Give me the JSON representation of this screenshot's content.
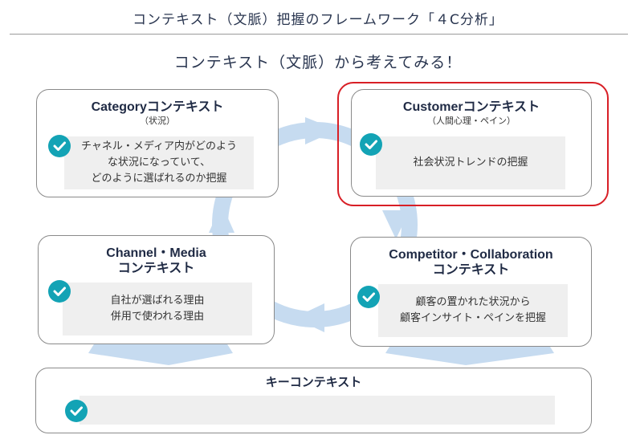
{
  "header": {
    "title": "コンテキスト（文脈）把握のフレームワーク「４C分析」",
    "subtitle": "コンテキスト（文脈）から考えてみる！"
  },
  "colors": {
    "accent": "#13a3b5",
    "arrow": "#c6dbf0",
    "highlight": "#d81f26",
    "textbox_bg": "#efefef"
  },
  "icons": {
    "check": "check-circle-icon"
  },
  "cards": {
    "category": {
      "title": "Categoryコンテキスト",
      "subtitle": "（状況）",
      "lines": [
        "チャネル・メディア内がどのよう",
        "な状況になっていて、",
        "どのように選ばれるのか把握"
      ]
    },
    "customer": {
      "title": "Customerコンテキスト",
      "subtitle": "（人間心理・ペイン）",
      "lines": [
        "社会状況トレンドの把握"
      ]
    },
    "channel": {
      "title_lines": [
        "Channel・Media",
        "コンテキスト"
      ],
      "lines": [
        "自社が選ばれる理由",
        "併用で使われる理由"
      ]
    },
    "competitor": {
      "title_lines": [
        "Competitor・Collaboration",
        "コンテキスト"
      ],
      "lines": [
        "顧客の置かれた状況から",
        "顧客インサイト・ペインを把握"
      ]
    },
    "key": {
      "title": "キーコンテキスト",
      "lines": []
    }
  }
}
